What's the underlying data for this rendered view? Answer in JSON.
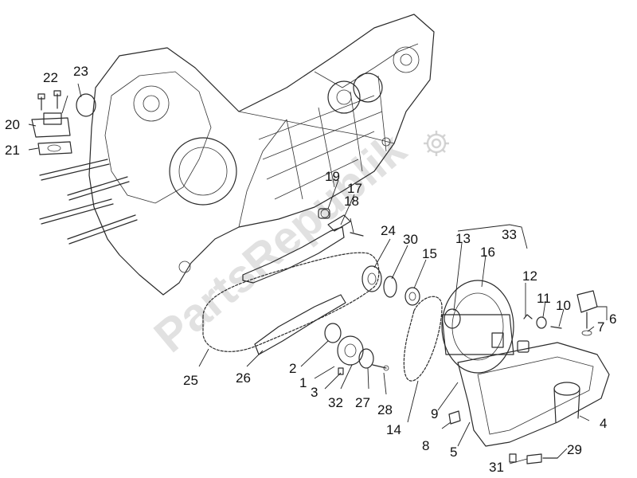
{
  "watermark": {
    "text": "PartsRepublik",
    "icon": "gear-icon"
  },
  "labels": {
    "p1": "1",
    "p2": "2",
    "p3": "3",
    "p4": "4",
    "p5": "5",
    "p6": "6",
    "p7": "7",
    "p8": "8",
    "p9": "9",
    "p10": "10",
    "p11": "11",
    "p12": "12",
    "p13": "13",
    "p14": "14",
    "p15": "15",
    "p16": "16",
    "p17": "17",
    "p18": "18",
    "p19": "19",
    "p20": "20",
    "p21": "21",
    "p22": "22",
    "p23": "23",
    "p24": "24",
    "p25": "25",
    "p26": "26",
    "p27": "27",
    "p28": "28",
    "p29": "29",
    "p30": "30",
    "p31": "31",
    "p32": "32",
    "p33": "33"
  }
}
